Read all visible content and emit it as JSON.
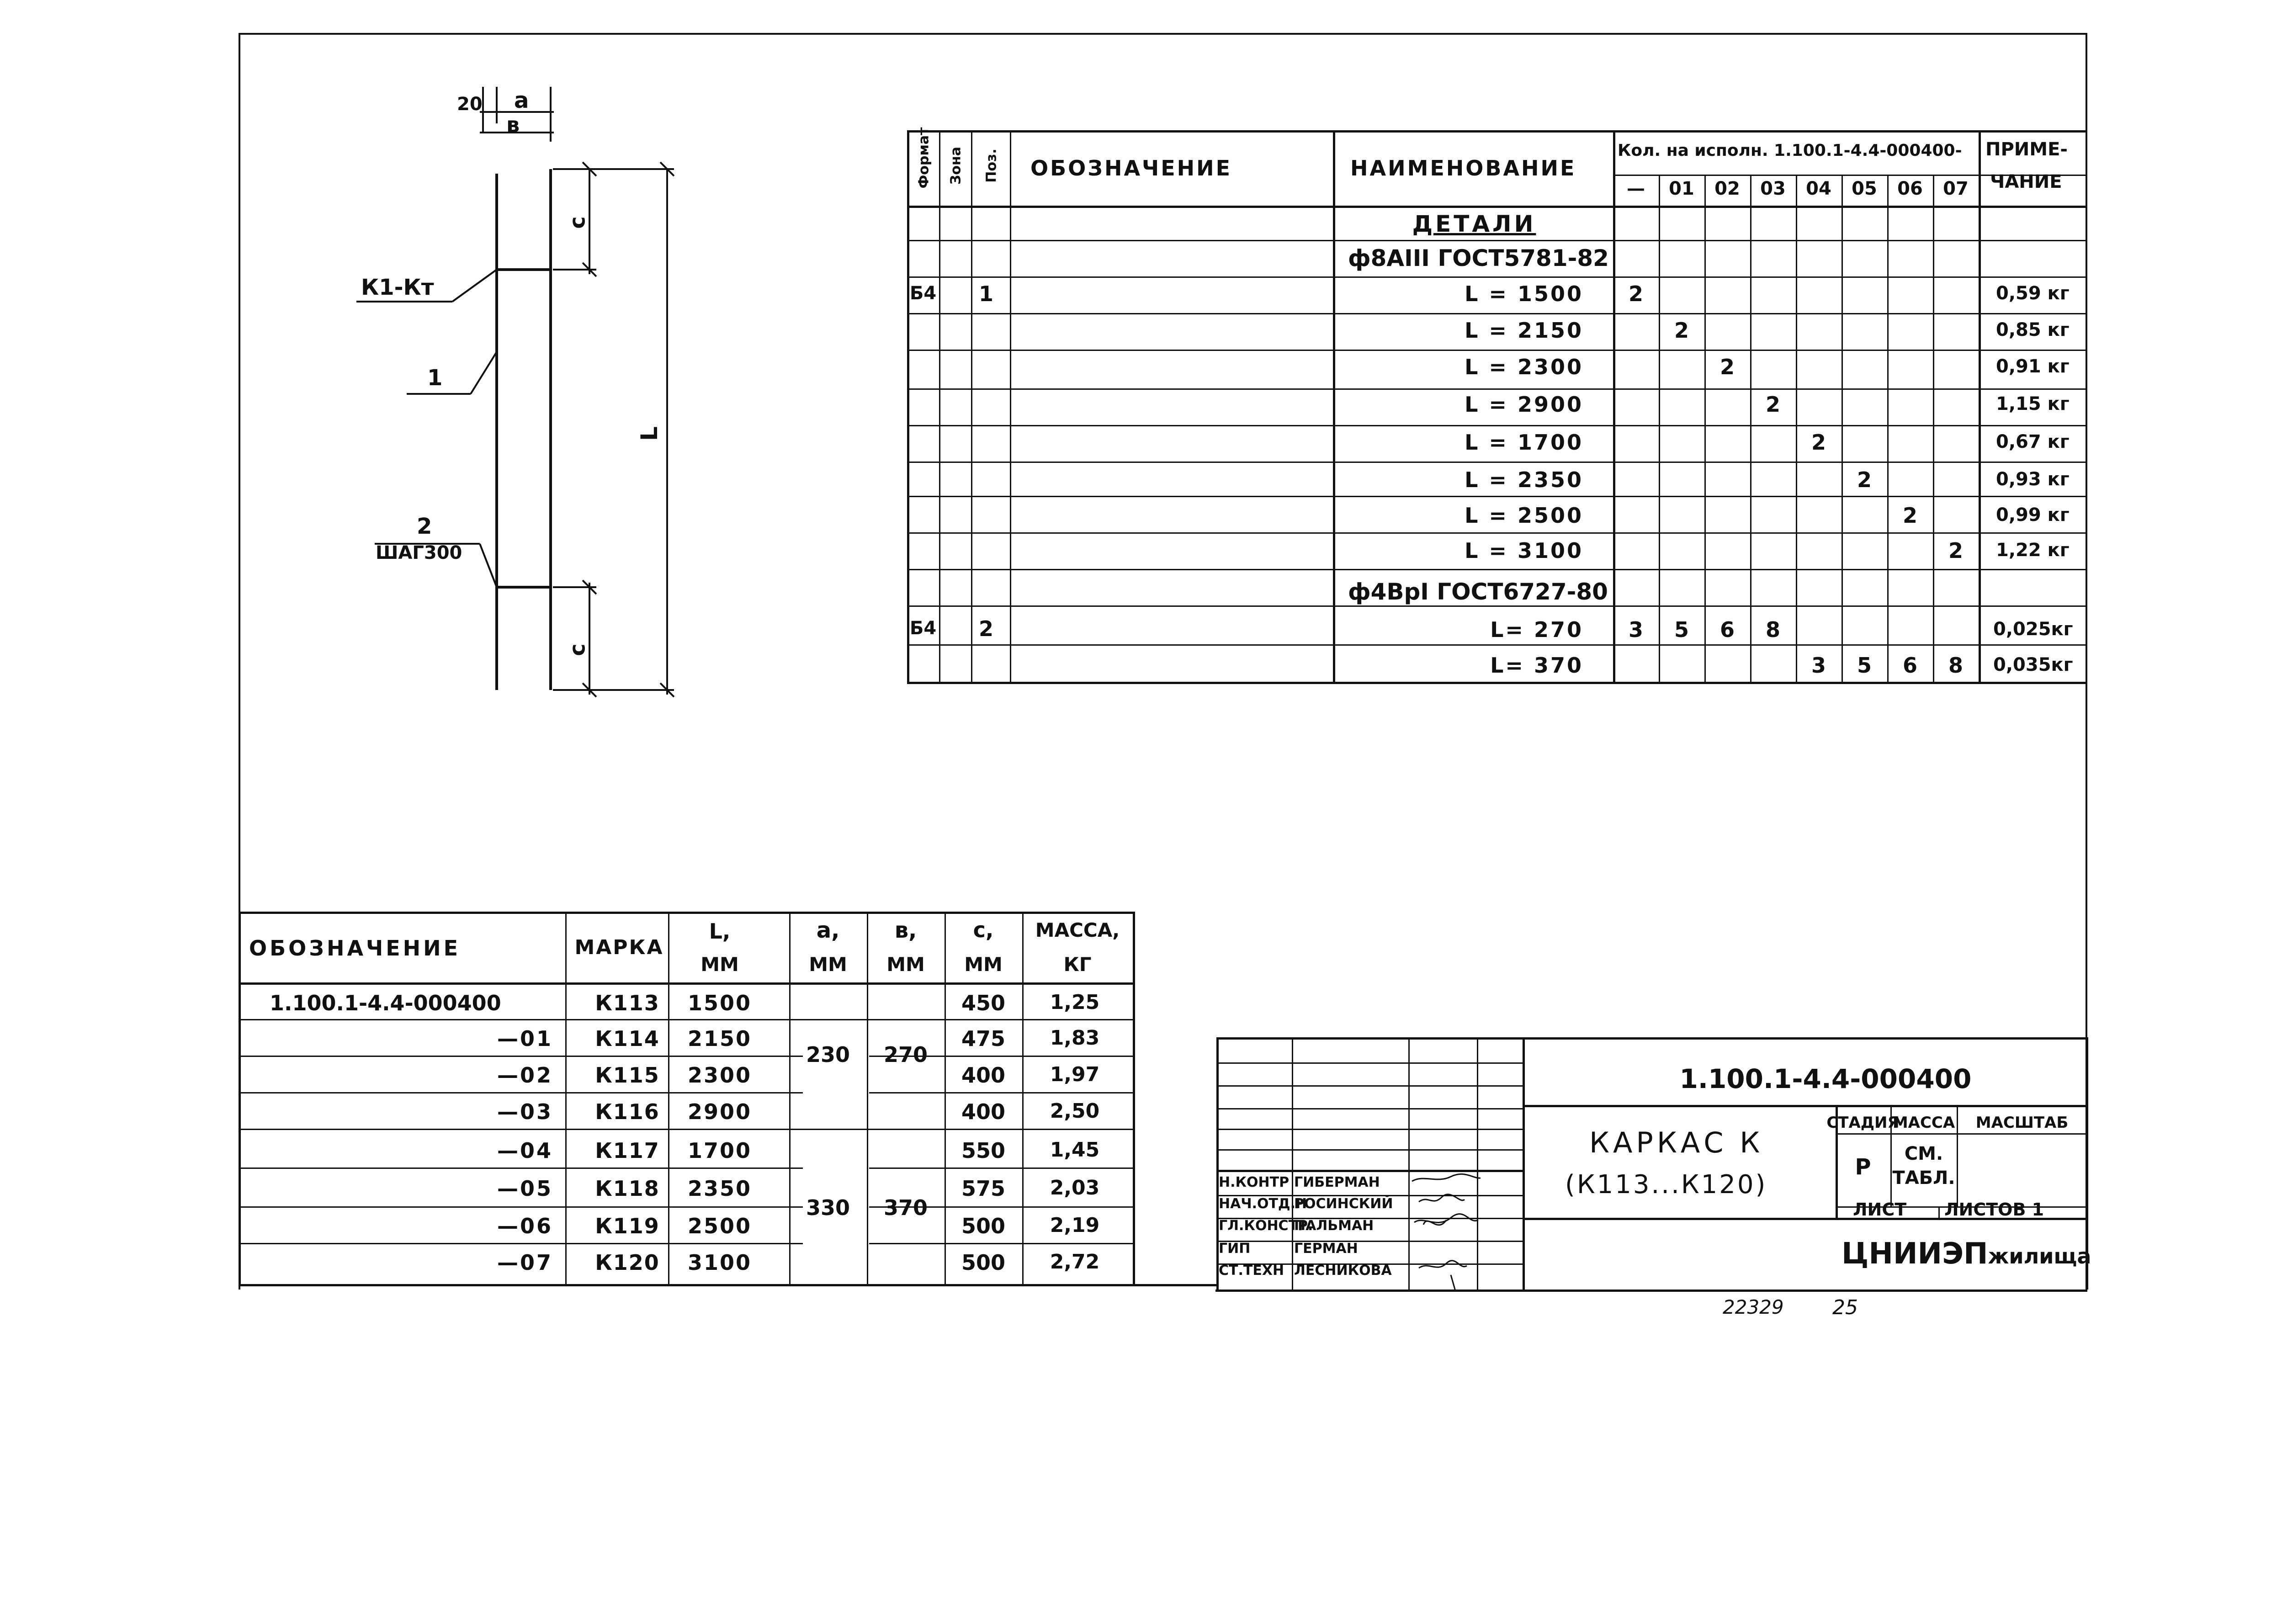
{
  "drawing": {
    "dim_20": "20",
    "dim_a": "a",
    "dim_b": "в",
    "dim_c_top": "с",
    "dim_c_bottom": "с",
    "dim_L": "L",
    "label_k1": "К1-Кт",
    "label_pos1": "1",
    "label_pos2": "2",
    "label_step": "ШАГ300"
  },
  "spec": {
    "headers": {
      "format": "Формат",
      "zone": "Зона",
      "pos": "Поз.",
      "designation": "Обозначение",
      "name": "Наименование",
      "qty_group": "Кол. на исполн. 1.100.1-4.4-000400-",
      "qty_cols": [
        "—",
        "01",
        "02",
        "03",
        "04",
        "05",
        "06",
        "07"
      ],
      "note_line1": "Приме-",
      "note_line2": "чание"
    },
    "section_title": "Детали",
    "groups": [
      {
        "material": "ф8АIII ГОСТ5781-82",
        "format": "Б4",
        "pos": "1",
        "rows": [
          {
            "name": "L = 1500",
            "col": 0,
            "qty": "2",
            "note": "0,59 кг"
          },
          {
            "name": "L = 2150",
            "col": 1,
            "qty": "2",
            "note": "0,85 кг"
          },
          {
            "name": "L = 2300",
            "col": 2,
            "qty": "2",
            "note": "0,91 кг"
          },
          {
            "name": "L = 2900",
            "col": 3,
            "qty": "2",
            "note": "1,15 кг"
          },
          {
            "name": "L = 1700",
            "col": 4,
            "qty": "2",
            "note": "0,67 кг"
          },
          {
            "name": "L = 2350",
            "col": 5,
            "qty": "2",
            "note": "0,93 кг"
          },
          {
            "name": "L = 2500",
            "col": 6,
            "qty": "2",
            "note": "0,99 кг"
          },
          {
            "name": "L = 3100",
            "col": 7,
            "qty": "2",
            "note": "1,22 кг"
          }
        ]
      },
      {
        "material": "ф4ВрI ГОСТ6727-80",
        "format": "Б4",
        "pos": "2",
        "rows": [
          {
            "name": "L= 270",
            "qtys": [
              "3",
              "5",
              "6",
              "8",
              "",
              "",
              "",
              ""
            ],
            "note": "0,025кг"
          },
          {
            "name": "L= 370",
            "qtys": [
              "",
              "",
              "",
              "",
              "3",
              "5",
              "6",
              "8"
            ],
            "note": "0,035кг"
          }
        ]
      }
    ]
  },
  "marks": {
    "headers": {
      "designation": "Обозначение",
      "mark": "Марка",
      "L": "L,",
      "L_unit": "мм",
      "a": "a,",
      "a_unit": "мм",
      "b": "в,",
      "b_unit": "мм",
      "c": "с,",
      "c_unit": "мм",
      "mass": "Масса,",
      "mass_unit": "кг"
    },
    "a_values": [
      "230",
      "330"
    ],
    "b_values": [
      "270",
      "370"
    ],
    "rows": [
      {
        "designation": "1.100.1-4.4-000400",
        "mark": "К113",
        "L": "1500",
        "c": "450",
        "mass": "1,25"
      },
      {
        "designation": "—01",
        "mark": "К114",
        "L": "2150",
        "c": "475",
        "mass": "1,83"
      },
      {
        "designation": "—02",
        "mark": "К115",
        "L": "2300",
        "c": "400",
        "mass": "1,97"
      },
      {
        "designation": "—03",
        "mark": "К116",
        "L": "2900",
        "c": "400",
        "mass": "2,50"
      },
      {
        "designation": "—04",
        "mark": "К117",
        "L": "1700",
        "c": "550",
        "mass": "1,45"
      },
      {
        "designation": "—05",
        "mark": "К118",
        "L": "2350",
        "c": "575",
        "mass": "2,03"
      },
      {
        "designation": "—06",
        "mark": "К119",
        "L": "2500",
        "c": "500",
        "mass": "2,19"
      },
      {
        "designation": "—07",
        "mark": "К120",
        "L": "3100",
        "c": "500",
        "mass": "2,72"
      }
    ]
  },
  "title_block": {
    "doc_number": "1.100.1-4.4-000400",
    "title_line1": "Каркас К",
    "title_line2": "(К113...К120)",
    "stage_label": "Стадия",
    "mass_label": "Масса",
    "scale_label": "Масштаб",
    "stage_value": "Р",
    "mass_value_line1": "СМ.",
    "mass_value_line2": "ТАБЛ.",
    "sheet_label": "Лист",
    "sheets_label": "Листов 1",
    "org": "ЦНИИЭП",
    "org_suffix": "жилища",
    "signatures": [
      {
        "role": "Н.контр",
        "name": "Гиберман"
      },
      {
        "role": "Нач.отд.н",
        "name": "Росинский"
      },
      {
        "role": "Гл.констр.",
        "name": "Пальман"
      },
      {
        "role": "ГИП",
        "name": "Герман"
      },
      {
        "role": "Ст.техн",
        "name": "Лесникова"
      }
    ]
  },
  "footer": {
    "inventory": "22329",
    "page": "25"
  }
}
